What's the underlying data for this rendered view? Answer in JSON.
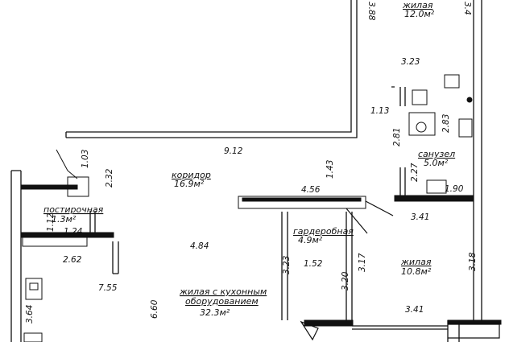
{
  "plan": {
    "rooms": [
      {
        "key": "living_top",
        "name": "жилая",
        "area": "12.0м²"
      },
      {
        "key": "corridor",
        "name": "коридор",
        "area": "16.9м²"
      },
      {
        "key": "laundry",
        "name": "постирочная",
        "area": "1.3м²"
      },
      {
        "key": "bathroom",
        "name": "санузел",
        "area": "5.0м²"
      },
      {
        "key": "wardrobe",
        "name": "гардеробная",
        "area": "4.9м²"
      },
      {
        "key": "bedroom",
        "name": "жилая",
        "area": "10.8м²"
      },
      {
        "key": "living_kitchen",
        "name_line1": "жилая с кухонным",
        "name_line2": "оборудованием",
        "area": "32.3м²"
      }
    ],
    "dimensions": {
      "d388": "3.88",
      "d34": "3.4",
      "d323_top": "3.23",
      "d113": "1.13",
      "d912": "9.12",
      "d281": "2.81",
      "d283": "2.83",
      "d103": "1.03",
      "d143": "1.43",
      "d227": "2.27",
      "d190": "1.90",
      "d232": "2.32",
      "d456": "4.56",
      "d341_top": "3.41",
      "d112": "1.12",
      "d124": "1.24",
      "d262": "2.62",
      "d484": "4.84",
      "d323_mid": "3.23",
      "d152": "1.52",
      "d317": "3.17",
      "d320": "3.20",
      "d318": "3.18",
      "d755": "7.55",
      "d660": "6.60",
      "d364": "3.64",
      "d341_bottom": "3.41"
    }
  }
}
